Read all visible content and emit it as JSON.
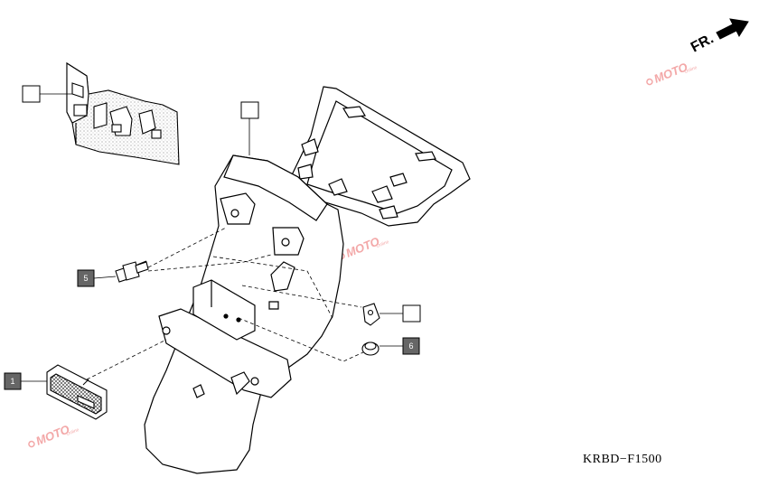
{
  "diagram": {
    "code": "KRBD−F1500",
    "direction_label": "FR.",
    "watermark": {
      "text": "MOTO",
      "subtext": "Online"
    },
    "callouts": [
      {
        "id": "callout-1",
        "label": "1",
        "filled": true
      },
      {
        "id": "callout-blank-bracket",
        "label": "",
        "filled": false
      },
      {
        "id": "callout-blank-fender",
        "label": "",
        "filled": false
      },
      {
        "id": "callout-5",
        "label": "5",
        "filled": true
      },
      {
        "id": "callout-blank-clip",
        "label": "",
        "filled": false
      },
      {
        "id": "callout-6",
        "label": "6",
        "filled": true
      }
    ]
  },
  "colors": {
    "line": "#000000",
    "callout_fill": "#666666",
    "watermark": "#f3a8a8",
    "background": "#ffffff"
  }
}
